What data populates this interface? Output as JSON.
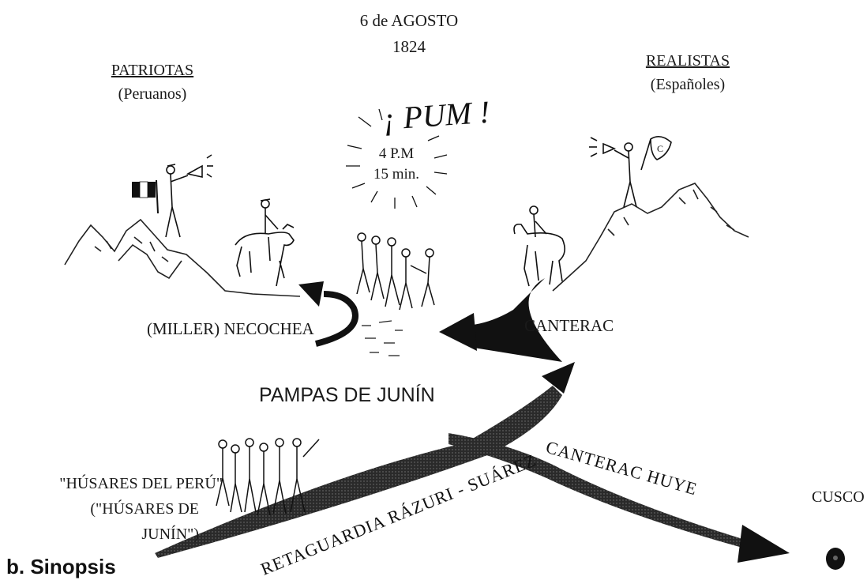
{
  "date": {
    "line1": "6 de AGOSTO",
    "line2": "1824"
  },
  "patriotas": {
    "title": "PATRIOTAS",
    "subtitle": "(Peruanos)"
  },
  "realistas": {
    "title": "REALISTAS",
    "subtitle": "(Españoles)",
    "flag_letter": "C"
  },
  "explosion": {
    "text": "¡ PUM !",
    "time_line1": "4 P.M",
    "time_line2": "15 min."
  },
  "labels": {
    "miller_necochea": "(MILLER) NECOCHEA",
    "canterac": "CANTERAC",
    "pampas": "PAMPAS DE JUNÍN",
    "husares_1": "\"HÚSARES DEL PERÚ\"",
    "husares_2": "(\"HÚSARES DE",
    "husares_3": "JUNÍN\")",
    "retaguardia": "RETAGUARDIA RÁZURI - SUÁREZ",
    "canterac_huye": "CANTERAC HUYE",
    "cusco": "CUSCO"
  },
  "caption": "b. Sinopsis"
}
